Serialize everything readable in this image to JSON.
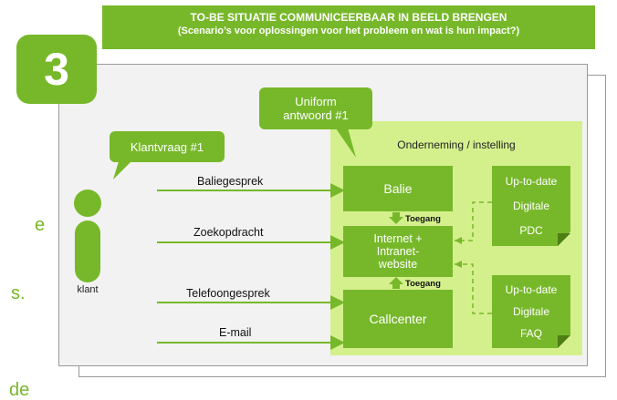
{
  "header": {
    "title": "TO-BE SITUATIE COMMUNICEERBAAR IN BEELD BRENGEN",
    "subtitle": "(Scenario’s voor oplossingen voor het probleem en wat is hun impact?)"
  },
  "step_number": "3",
  "side_text": [
    "e",
    "s.",
    "de"
  ],
  "customer": {
    "callout": "Klantvraag #1",
    "label": "klant"
  },
  "uniform_answer": "Uniform antwoord #1",
  "enterprise_label": "Onderneming / instelling",
  "channels": {
    "balie": "Balie",
    "internet_line1": "Internet +",
    "internet_line2": "Intranet-",
    "internet_line3": "website",
    "callcenter": "Callcenter"
  },
  "docs": {
    "pdc": [
      "Up-to-date",
      "Digitale",
      "PDC"
    ],
    "faq": [
      "Up-to-date",
      "Digitale",
      "FAQ"
    ]
  },
  "access_label": "Toegang",
  "flows": [
    "Baliegesprek",
    "Zoekopdracht",
    "Telefoongesprek",
    "E-mail"
  ],
  "colors": {
    "green": "#77B82A",
    "light_green": "#D4F08C",
    "panel": "#F2F2F2"
  }
}
